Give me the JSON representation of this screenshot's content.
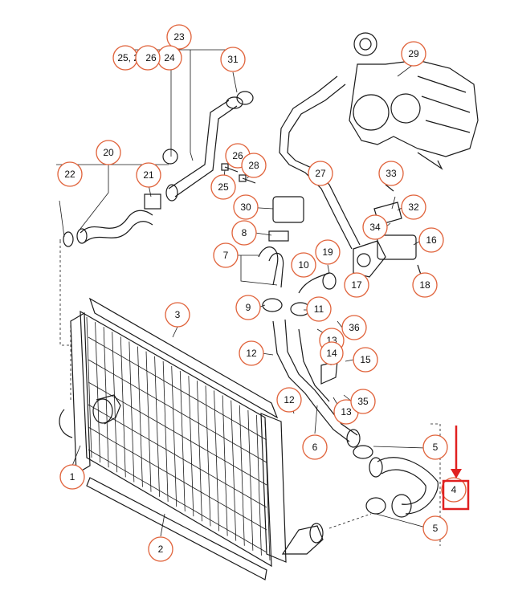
{
  "labels": {
    "p1": "1",
    "p2": "2",
    "p3": "3",
    "p4": "4",
    "p5a": "5",
    "p5b": "5",
    "p6": "6",
    "p7": "7",
    "p8": "8",
    "p9": "9",
    "p10": "10",
    "p11": "11",
    "p12a": "12",
    "p12b": "12",
    "p13a": "13",
    "p13b": "13",
    "p14": "14",
    "p15": "15",
    "p16": "16",
    "p17": "17",
    "p18": "18",
    "p19": "19",
    "p20": "20",
    "p21": "21",
    "p22": "22",
    "p23": "23",
    "p24": "24",
    "p25a": "25, 26",
    "p25b": "25",
    "p26": "26",
    "p27": "27",
    "p28": "28",
    "p29": "29",
    "p30": "30",
    "p31": "31",
    "p32": "32",
    "p33": "33",
    "p34": "34",
    "p35": "35",
    "p36": "36"
  },
  "colors": {
    "callout_stroke": "#e0623a",
    "highlight": "#e02020",
    "line": "#1a1a1a"
  }
}
